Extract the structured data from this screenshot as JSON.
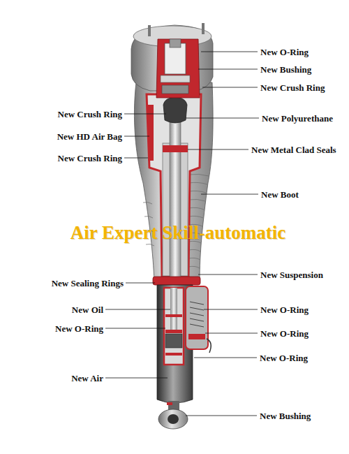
{
  "diagram": {
    "labels": [
      "New O-Ring",
      "New Bushing",
      "New Crush Ring",
      "New Crush Ring",
      "New Polyurethane",
      "New HD Air Bag",
      "New Crush Ring",
      "New Metal Clad Seals",
      "New Boot",
      "Air Expert Skill-automatic",
      "New Suspension",
      "New Sealing Rings",
      "New Oil",
      "New O-Ring",
      "New O-Ring",
      "New O-Ring",
      "New O-Ring",
      "New Air",
      "New Bushing"
    ]
  }
}
